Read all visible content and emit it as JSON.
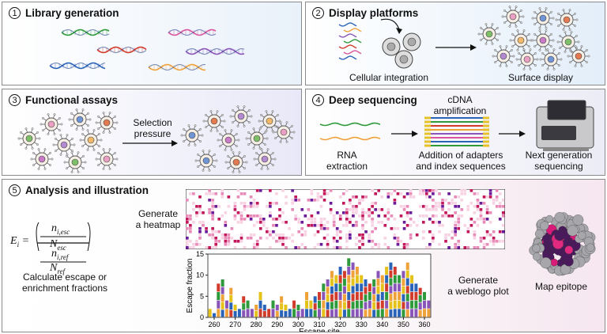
{
  "panels": [
    {
      "num": "1",
      "title": "Library generation"
    },
    {
      "num": "2",
      "title": "Display platforms"
    },
    {
      "num": "3",
      "title": "Functional assays"
    },
    {
      "num": "4",
      "title": "Deep sequencing"
    },
    {
      "num": "5",
      "title": "Analysis and illustration"
    }
  ],
  "p2": {
    "left": "Cellular integration",
    "right": "Surface display"
  },
  "p3": {
    "arrow_l1": "Selection",
    "arrow_l2": "pressure"
  },
  "p4": {
    "rna_l1": "RNA",
    "rna_l2": "extraction",
    "cdna_l1": "cDNA",
    "cdna_l2": "amplification",
    "add_l1": "Addition of adapters",
    "add_l2": "and index sequences",
    "ngs_l1": "Next generation",
    "ngs_l2": "sequencing"
  },
  "p5": {
    "formula": {
      "lhs": "E",
      "lhs_sub": "i",
      "n_esc": "n",
      "n_esc_sub": "i,esc",
      "N_esc": "N",
      "N_esc_sub": "esc",
      "n_ref": "n",
      "n_ref_sub": "i,ref",
      "N_ref": "N",
      "N_ref_sub": "ref"
    },
    "calc_l1": "Calculate escape or",
    "calc_l2": "enrichment fractions",
    "heat_l1": "Generate",
    "heat_l2": "a heatmap",
    "logo_l1": "Generate",
    "logo_l2": "a weblogo plot",
    "epitope": "Map epitope"
  },
  "chart_data": {
    "type": "bar",
    "xlabel": "Escape site",
    "ylabel": "Escape fraction",
    "xlim": [
      257,
      363
    ],
    "ylim": [
      0,
      15
    ],
    "xticks": [
      "260",
      "270",
      "280",
      "290",
      "300",
      "310",
      "320",
      "330",
      "340",
      "350",
      "360"
    ],
    "yticks": [
      "0",
      "5",
      "10",
      "15"
    ],
    "x": [
      258,
      260,
      262,
      264,
      266,
      268,
      270,
      272,
      274,
      276,
      278,
      280,
      282,
      284,
      286,
      288,
      290,
      292,
      294,
      296,
      298,
      300,
      302,
      304,
      306,
      308,
      310,
      312,
      314,
      316,
      318,
      320,
      322,
      324,
      326,
      328,
      330,
      332,
      334,
      336,
      338,
      340,
      342,
      344,
      346,
      348,
      350,
      352,
      354,
      356,
      358,
      360,
      362
    ],
    "values": [
      2,
      1,
      8,
      9,
      4,
      7,
      3,
      2,
      5,
      4,
      2,
      3,
      6,
      3,
      2,
      4,
      3,
      5,
      3,
      2,
      4,
      3,
      2,
      6,
      4,
      5,
      6,
      8,
      9,
      11,
      10,
      12,
      11,
      14,
      13,
      12,
      10,
      9,
      8,
      9,
      11,
      10,
      12,
      13,
      12,
      10,
      11,
      13,
      10,
      8,
      7,
      6,
      4
    ]
  },
  "colors": {
    "arrow": "#111111",
    "panel_border": "#8a8a8a"
  }
}
